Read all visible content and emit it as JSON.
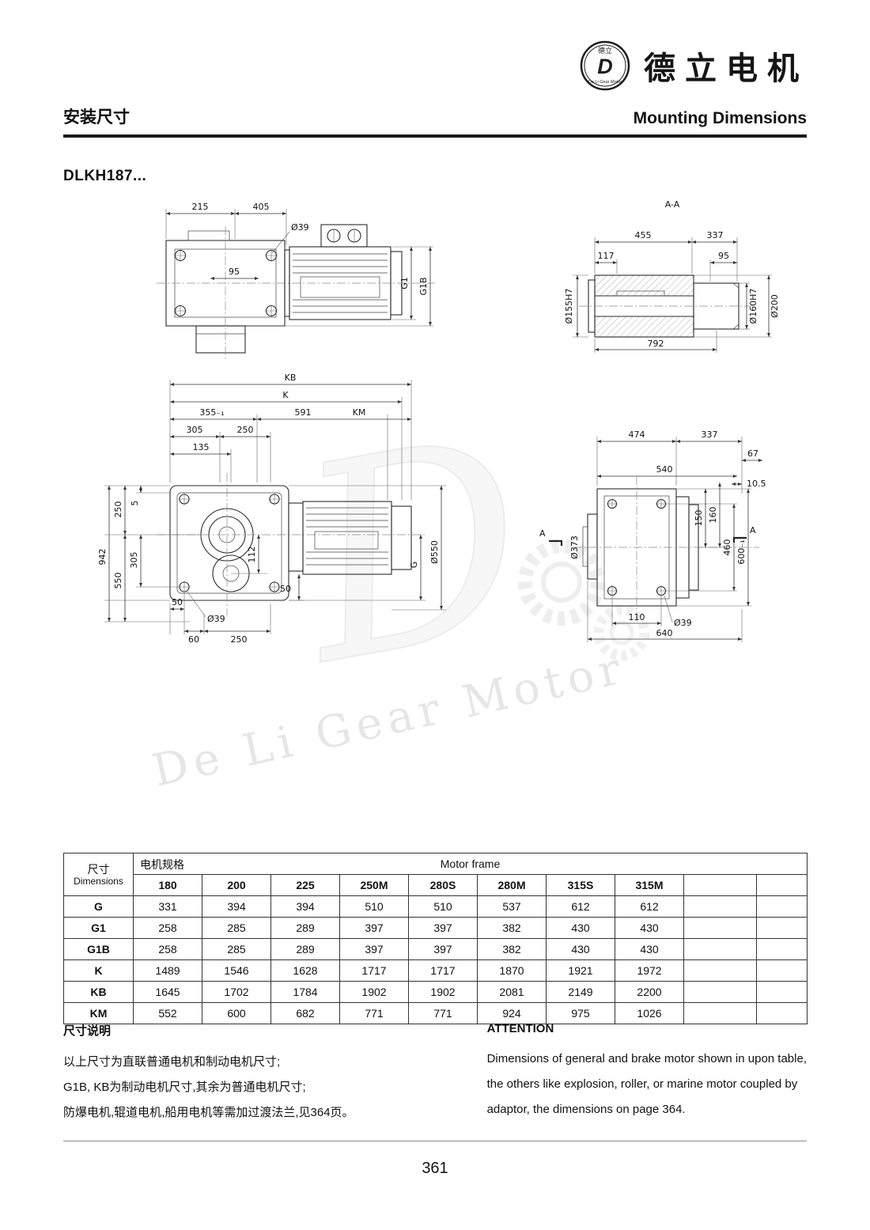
{
  "page": {
    "page_number": "361",
    "watermark": "De Li Gear Motor"
  },
  "header": {
    "brand_name": "德立电机",
    "badge_top": "德立",
    "badge_letter": "D",
    "badge_caption": "De Li Gear Motor",
    "title_cn": "安装尺寸",
    "title_en": "Mounting Dimensions",
    "model": "DLKH187..."
  },
  "drawings": {
    "top": {
      "d215": "215",
      "d405": "405",
      "d39": "Ø39",
      "d95": "95",
      "dg1": "G1",
      "dg1b": "G1B"
    },
    "section": {
      "title": "A-A",
      "d455": "455",
      "d337": "337",
      "d117": "117",
      "d95": "95",
      "d792": "792",
      "d155": "Ø155H7",
      "d160": "Ø160H7",
      "d200": "Ø200"
    },
    "front": {
      "dkb": "KB",
      "dk": "K",
      "d355": "355₋₁",
      "d591": "591",
      "dkm": "KM",
      "d305t": "305",
      "d250t": "250",
      "d135": "135",
      "d250l": "250",
      "d5": "5",
      "d305l": "305",
      "d550l": "550",
      "d942": "942",
      "d112": "112",
      "d50a": "50",
      "d39": "Ø39",
      "d60": "60",
      "d250b": "250",
      "d50b": "50",
      "dg": "G",
      "d550": "Ø550"
    },
    "side": {
      "d474": "474",
      "d337": "337",
      "d67": "67",
      "d540": "540",
      "d105": "10.5",
      "d150": "150",
      "d160": "160",
      "d373": "Ø373",
      "d460": "460",
      "d600": "600₋₁",
      "da": "A",
      "d110": "110",
      "d39": "Ø39",
      "d640": "640"
    }
  },
  "table": {
    "header": {
      "dim_cn": "尺寸",
      "dim_en": "Dimensions",
      "spec_cn": "电机规格",
      "spec_en": "Motor frame"
    },
    "columns": [
      "180",
      "200",
      "225",
      "250M",
      "280S",
      "280M",
      "315S",
      "315M"
    ],
    "rows": [
      {
        "label": "G",
        "values": [
          "331",
          "394",
          "394",
          "510",
          "510",
          "537",
          "612",
          "612"
        ]
      },
      {
        "label": "G1",
        "values": [
          "258",
          "285",
          "289",
          "397",
          "397",
          "382",
          "430",
          "430"
        ]
      },
      {
        "label": "G1B",
        "values": [
          "258",
          "285",
          "289",
          "397",
          "397",
          "382",
          "430",
          "430"
        ]
      },
      {
        "label": "K",
        "values": [
          "1489",
          "1546",
          "1628",
          "1717",
          "1717",
          "1870",
          "1921",
          "1972"
        ]
      },
      {
        "label": "KB",
        "values": [
          "1645",
          "1702",
          "1784",
          "1902",
          "1902",
          "2081",
          "2149",
          "2200"
        ]
      },
      {
        "label": "KM",
        "values": [
          "552",
          "600",
          "682",
          "771",
          "771",
          "924",
          "975",
          "1026"
        ]
      }
    ]
  },
  "notes": {
    "cn_title": "尺寸说明",
    "cn_lines": [
      "以上尺寸为直联普通电机和制动电机尺寸;",
      "G1B, KB为制动电机尺寸,其余为普通电机尺寸;",
      "防爆电机,辊道电机,船用电机等需加过渡法兰,见364页。"
    ],
    "en_title": "ATTENTION",
    "en_lines": [
      "Dimensions of general and brake motor shown in upon table,",
      "the others like explosion, roller, or marine motor coupled by",
      "adaptor, the dimensions on page 364."
    ]
  }
}
